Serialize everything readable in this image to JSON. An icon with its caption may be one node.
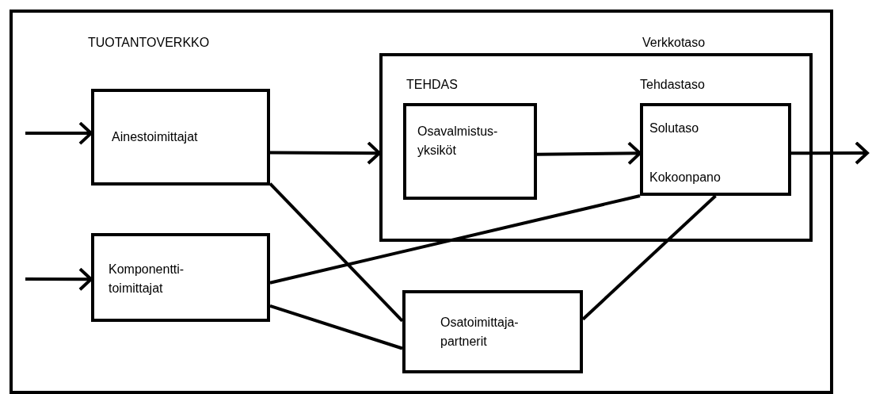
{
  "diagram": {
    "nodes": [
      {
        "text": [
          "TUOTANTOVERKKO",
          "Verkkotaso"
        ]
      },
      {
        "text": [
          "Ainestoimittajat"
        ],
        "in": 0
      },
      {
        "text": [
          "TEHDAS",
          "Tehdastaso"
        ],
        "in": 0
      },
      {
        "text": [
          "Osavalmistus- yksiköt"
        ],
        "in": 2
      },
      {
        "text": [
          "Solutaso",
          "Kokoonpano"
        ],
        "in": 2
      },
      {
        "text": [
          "Komponentti- toimittajat"
        ],
        "in": 0
      },
      {
        "text": [
          "Osatoimittaja- partnerit"
        ],
        "in": 0
      }
    ],
    "edges": [
      {
        "from": null,
        "to": 1,
        "arrow": "to"
      },
      {
        "from": null,
        "to": 5,
        "arrow": "to"
      },
      {
        "from": 1,
        "to": 2,
        "arrow": "to"
      },
      {
        "from": 3,
        "to": 4,
        "arrow": "to"
      },
      {
        "from": 4,
        "to": null,
        "arrow": "to"
      },
      {
        "from": 1,
        "to": 6,
        "arrow": "none"
      },
      {
        "from": 5,
        "to": 4,
        "arrow": "none"
      },
      {
        "from": 5,
        "to": 6,
        "arrow": "none"
      },
      {
        "from": 6,
        "to": 4,
        "arrow": "none"
      }
    ]
  }
}
